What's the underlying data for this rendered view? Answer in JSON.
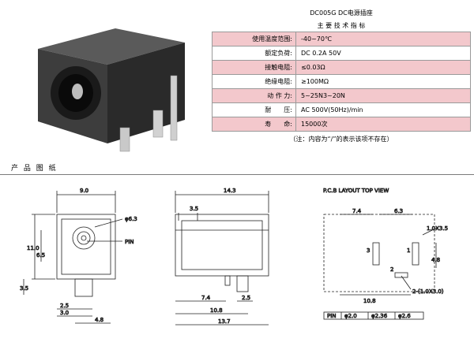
{
  "spec": {
    "title": "DC005G DC电源插座",
    "subtitle": "主 要 技 术 指 标",
    "rows": [
      {
        "label": "使用温度范围:",
        "value": "-40~70℃"
      },
      {
        "label": "额定负荷:",
        "value": "DC 0.2A 50V"
      },
      {
        "label": "接触电阻:",
        "value": "≤0.03Ω"
      },
      {
        "label": "绝缘电阻:",
        "value": "≥100MΩ"
      },
      {
        "label": "动 作 力:",
        "value": "5~25N3~20N"
      },
      {
        "label": "耐　　压:",
        "value": "AC 500V(50Hz)/min"
      },
      {
        "label": "寿　　命:",
        "value": "15000次"
      }
    ],
    "note": "（注：内容为“/”的表示该项不存在）"
  },
  "section_title": "产 品 图 纸",
  "front_view": {
    "dim_width": "9.0",
    "dim_height": "11.0",
    "dim_diameter": "φ6.3",
    "dim_mid": "6.5",
    "dim_bottom": "3.5",
    "pin_label": "PIN",
    "dim_a": "2.5",
    "dim_b": "3.0",
    "dim_c": "4.8"
  },
  "side_view": {
    "dim_total": "14.3",
    "dim_top": "3.5",
    "dim_a": "7.4",
    "dim_b": "2.5",
    "dim_c": "10.8",
    "dim_d": "13.7"
  },
  "pcb_view": {
    "title": "P.C.B LAYOUT   TOP VIEW",
    "dim_a": "7.4",
    "dim_b": "6.3",
    "dim_c": "1.0X3.5",
    "dim_d": "4.8",
    "dim_e": "10.8",
    "dim_f": "2-(1.0X3.0)",
    "pin_1": "1",
    "pin_2": "2",
    "pin_3": "3",
    "pin_table_head": "PIN",
    "pin_table_r1": "φ2.0",
    "pin_table_r2": "φ2.36",
    "pin_table_r3": "φ2.6"
  }
}
